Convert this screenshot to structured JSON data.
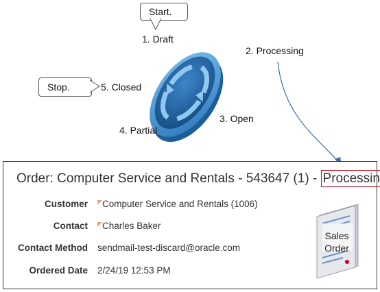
{
  "callouts": {
    "start": "Start.",
    "stop": "Stop."
  },
  "stages": {
    "draft": "1. Draft",
    "processing": "2. Processing",
    "open": "3. Open",
    "partial": "4. Partial",
    "closed": "5. Closed"
  },
  "order": {
    "title_prefix": "Order: Computer Service and Rentals - 543647 (1) -",
    "status": "Processing",
    "fields": {
      "customer_label": "Customer",
      "customer_value": "Computer Service and Rentals (1006)",
      "contact_label": "Contact",
      "contact_value": "Charles Baker",
      "method_label": "Contact Method",
      "method_value": "sendmail-test-discard@oracle.com",
      "date_label": "Ordered Date",
      "date_value": "2/24/19 12:53 PM"
    },
    "sales_order_icon": {
      "line1": "Sales",
      "line2": "Order"
    }
  },
  "colors": {
    "disc_dark": "#1f5f9f",
    "disc_light": "#4aa0dc",
    "highlight": "#d0021b",
    "arrow": "#3a6fb0"
  }
}
